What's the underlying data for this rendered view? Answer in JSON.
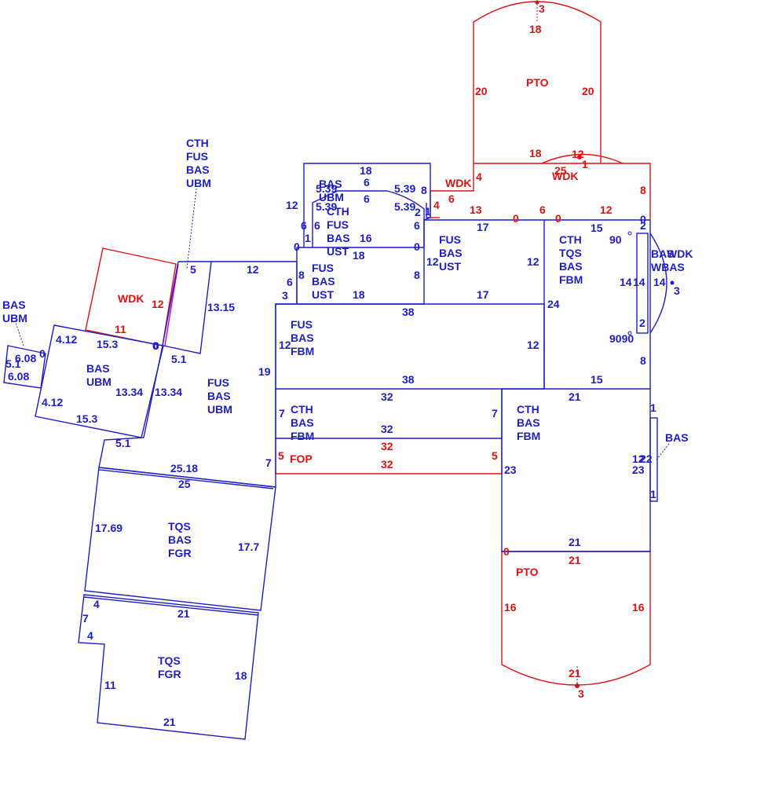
{
  "colors": {
    "area_line": "#1c1cc8",
    "exterior_line": "#e01010",
    "background": "#ffffff"
  },
  "areas": {
    "wdk_top": "WDK",
    "pto_top": "PTO",
    "wdk_left": "WDK",
    "wdk_mid": "WDK",
    "fop": "FOP",
    "pto_bottom": "PTO",
    "bas_ubm_top": [
      "BAS",
      "UBM"
    ],
    "cth_fus_bas_ust": [
      "CTH",
      "FUS",
      "BAS",
      "UST"
    ],
    "fus_bas_ust_left": [
      "FUS",
      "BAS",
      "UST"
    ],
    "fus_bas_ust_right": [
      "FUS",
      "BAS",
      "UST"
    ],
    "cth_tqs_bas_fbm": [
      "CTH",
      "TQS",
      "BAS",
      "FBM"
    ],
    "fus_bas_fbm": [
      "FUS",
      "BAS",
      "FBM"
    ],
    "cth_bas_fbm_mid": [
      "CTH",
      "BAS",
      "FBM"
    ],
    "cth_bas_fbm_right": [
      "CTH",
      "BAS",
      "FBM"
    ],
    "fus_bas_ubm": [
      "FUS",
      "BAS",
      "UBM"
    ],
    "bas_ubm_tilted": [
      "BAS",
      "UBM"
    ],
    "bas_ubm_callout": [
      "BAS",
      "UBM"
    ],
    "cth_fus_bas_ubm_callout": [
      "CTH",
      "FUS",
      "BAS",
      "UBM"
    ],
    "tqs_bas_fgr": [
      "TQS",
      "BAS",
      "FGR"
    ],
    "tqs_fgr": [
      "TQS",
      "FGR"
    ],
    "bas_right_callout": "BAS",
    "bay_labels": [
      "BAS",
      "WDK",
      "WBAS"
    ]
  },
  "dims": {
    "pto_top": [
      "3",
      "18",
      "20",
      "20",
      "18",
      "12",
      "1",
      "25"
    ],
    "wdk_mid": [
      "4",
      "6",
      "13",
      "0",
      "6",
      "0",
      "12",
      "8",
      "4"
    ],
    "bas_ubm_top": [
      "18",
      "6",
      "6",
      "5.39",
      "5.39",
      "5.39",
      "5.39",
      "8",
      "2",
      "1",
      "12"
    ],
    "cth_fus_bas_ust": [
      "6",
      "6",
      "1",
      "16",
      "6",
      "0",
      "0",
      "18"
    ],
    "fus_bas_ust_left": [
      "12",
      "6",
      "8",
      "3",
      "18",
      "8"
    ],
    "fus_bas_ust_right": [
      "17",
      "12",
      "12",
      "17"
    ],
    "cth_tqs_bas_fbm": [
      "15",
      "90",
      "0",
      "2",
      "14",
      "14",
      "14",
      "24",
      "9090",
      "2",
      "8",
      "15",
      "3"
    ],
    "fus_bas_fbm": [
      "38",
      "12",
      "12",
      "38",
      "19"
    ],
    "cth_bas_fbm_mid": [
      "32",
      "7",
      "32",
      "7"
    ],
    "fop": [
      "32",
      "5",
      "5",
      "32"
    ],
    "cth_bas_fbm_right": [
      "21",
      "1",
      "12",
      "22",
      "23",
      "23",
      "1",
      "21"
    ],
    "pto_bottom": [
      "0",
      "21",
      "16",
      "16",
      "21",
      "3"
    ],
    "wdk_left": [
      "12",
      "11"
    ],
    "bas_ubm_tilted": [
      "4.12",
      "15.3",
      "0",
      "13.34",
      "4.12",
      "15.3",
      "5.1"
    ],
    "bas_ubm_small": [
      "6.08",
      "0",
      "5.1",
      "6.08"
    ],
    "fus_bas_ubm": [
      "5",
      "13.15",
      "0",
      "5.1",
      "13.34",
      "7",
      "25.18"
    ],
    "tqs_bas_fgr": [
      "25",
      "17.69",
      "17.7"
    ],
    "tqs_fgr": [
      "4",
      "21",
      "7",
      "4",
      "18",
      "11",
      "21"
    ]
  }
}
